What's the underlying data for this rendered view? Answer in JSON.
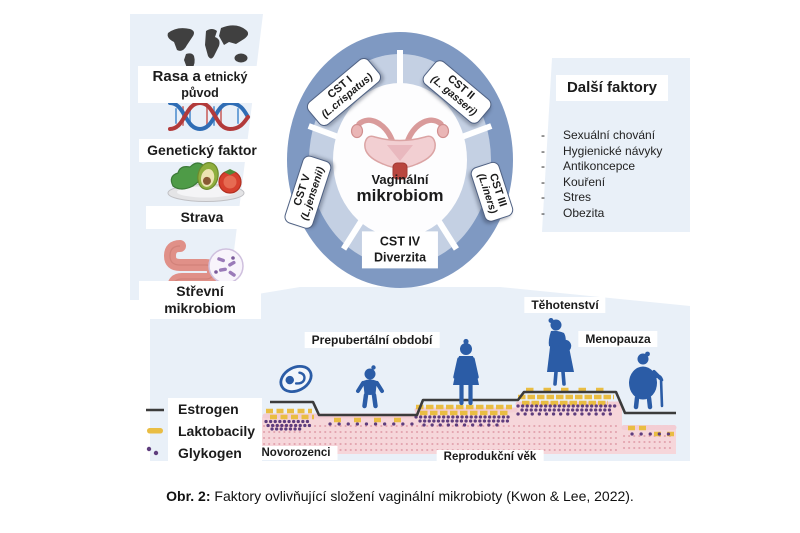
{
  "ring": {
    "center_line1": "Vaginální",
    "center_line2": "mikrobiom",
    "center_icon": "uterus-icon",
    "segments": {
      "cst1": {
        "name": "CST I",
        "species": "(L.crispatus)"
      },
      "cst2": {
        "name": "CST II",
        "species": "(L. gasseri)"
      },
      "cst3": {
        "name": "CST III",
        "species": "(L.iners)"
      },
      "cst4": {
        "name": "CST IV",
        "species": "Diverzita"
      },
      "cst5": {
        "name": "CST V",
        "species": "(L.jensenii)"
      }
    }
  },
  "left_panel": {
    "race": {
      "line1_strong": "Rasa a",
      "line1_rest": " etnický",
      "line2": "původ",
      "icon": "world-map-icon"
    },
    "genetic": {
      "label": "Genetický faktor",
      "icon": "dna-icon"
    },
    "diet": {
      "label": "Strava",
      "icon": "food-plate-icon"
    },
    "gut": {
      "line1": "Střevní",
      "line2": "mikrobiom",
      "icon": "gut-microbiome-icon"
    }
  },
  "right_panel": {
    "title": "Další faktory",
    "bullet": "-",
    "items": [
      "Sexuální chování",
      "Hygienické návyky",
      "Antikoncepce",
      "Kouření",
      "Stres",
      "Obezita"
    ]
  },
  "timeline": {
    "legend": {
      "estrogen": "Estrogen",
      "lactobacilli": "Laktobacily",
      "glycogen": "Glykogen"
    },
    "stages": {
      "newborn": "Novorozenci",
      "prepubertal": "Prepubertální období",
      "reproductive": "Reprodukční věk",
      "pregnancy": "Těhotenství",
      "menopause": "Menopauza"
    },
    "figure_icons": [
      "embryo-icon",
      "toddler-icon",
      "adult-woman-icon",
      "pregnant-woman-icon",
      "elderly-woman-icon"
    ]
  },
  "caption": {
    "prefix": "Obr. 2:",
    "text": "Faktory ovlivňující složení vaginální mikrobioty (Kwon & Lee, 2022)."
  },
  "colors": {
    "panel_bg": "#e9f0f8",
    "ring_outer": "#7f99c2",
    "ring_inner": "#c4d0e3",
    "figure_blue": "#2b5ca6",
    "estrogen_line": "#3b3b3b",
    "lactobacilli_yellow": "#e9bd43",
    "glycogen_purple": "#5e3d7d",
    "epithelium_pink": "#f6d6da",
    "epithelium_dot": "#e2a3ae",
    "uterus_pink": "#f2cfd2",
    "cervix_red": "#b9463f"
  }
}
